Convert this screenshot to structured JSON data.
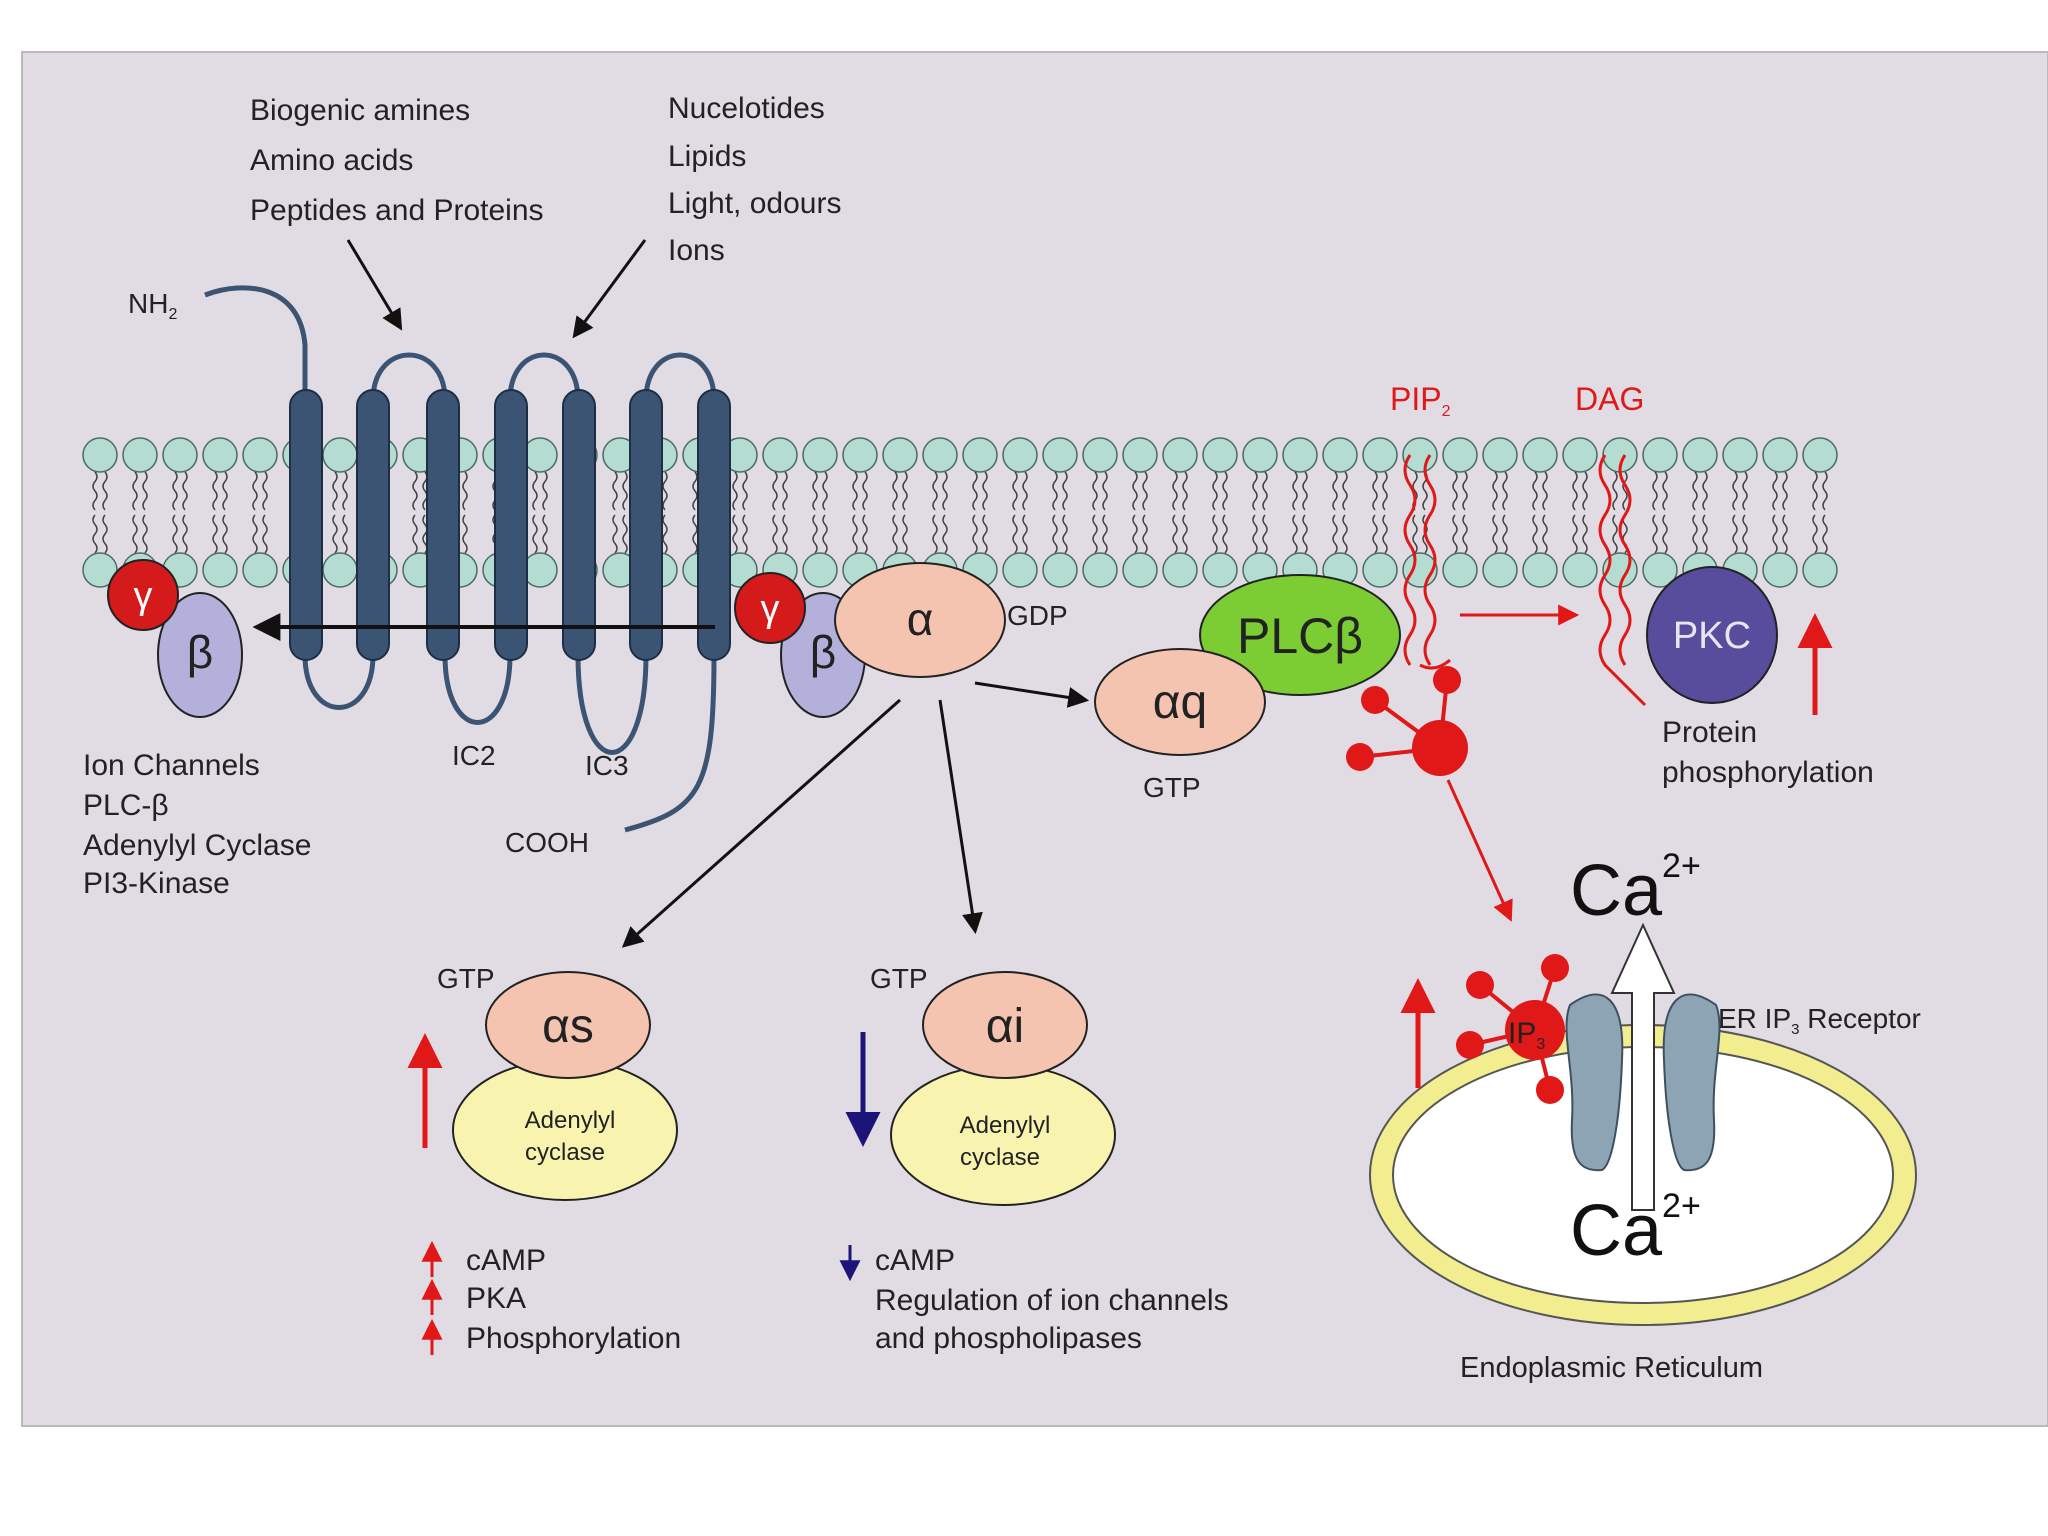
{
  "ligands": {
    "left": [
      "Biogenic amines",
      "Amino acids",
      "Peptides and Proteins"
    ],
    "right": [
      "Nucelotides",
      "Lipids",
      "Light, odours",
      "Ions"
    ]
  },
  "receptor": {
    "nh2": "NH",
    "nh2_sub": "2",
    "ic2": "IC2",
    "ic3": "IC3",
    "cooh": "COOH"
  },
  "gprotein_left": {
    "gamma": "γ",
    "beta": "β"
  },
  "beta_gamma_targets": [
    "Ion Channels",
    "PLC-β",
    "Adenylyl Cyclase",
    "PI3-Kinase"
  ],
  "gprotein_center": {
    "gamma": "γ",
    "beta": "β",
    "alpha": "α",
    "gdp": "GDP"
  },
  "alpha_q": {
    "label": "αq",
    "gtp": "GTP",
    "plc": "PLCβ"
  },
  "lipids": {
    "pip2": "PIP",
    "pip2_sub": "2",
    "dag": "DAG"
  },
  "pkc": {
    "label": "PKC",
    "effect": [
      "Protein",
      "phosphorylation"
    ]
  },
  "alpha_s": {
    "gtp": "GTP",
    "label": "αs",
    "cyclase": [
      "Adenylyl",
      "cyclase"
    ],
    "effects": [
      "cAMP",
      "PKA",
      "Phosphorylation"
    ]
  },
  "alpha_i": {
    "gtp": "GTP",
    "label": "αi",
    "cyclase": [
      "Adenylyl",
      "cyclase"
    ],
    "effects": [
      "cAMP",
      "Regulation of ion channels",
      "and phospholipases"
    ]
  },
  "er": {
    "ca_top": "Ca",
    "ca_top_sup": "2+",
    "ca_bottom": "Ca",
    "ca_bottom_sup": "2+",
    "ip3": "IP",
    "ip3_sub": "3",
    "receptor": "ER IP",
    "receptor_sub": "3",
    "receptor_suffix": " Receptor",
    "label": "Endoplasmic Reticulum"
  },
  "colors": {
    "background": "#e1dce4",
    "receptor": "#3c5474",
    "lipid_head": "#b4dcd0",
    "gamma": "#d41a1a",
    "beta": "#b4b0dc",
    "alpha": "#f5c4b0",
    "plc": "#7ccc34",
    "pkc": "#584c9c",
    "cyclase": "#f8f4b0",
    "er_ring": "#f2ee90",
    "channel": "#8ca4b4",
    "red": "#e01818",
    "navy": "#1c1478"
  }
}
